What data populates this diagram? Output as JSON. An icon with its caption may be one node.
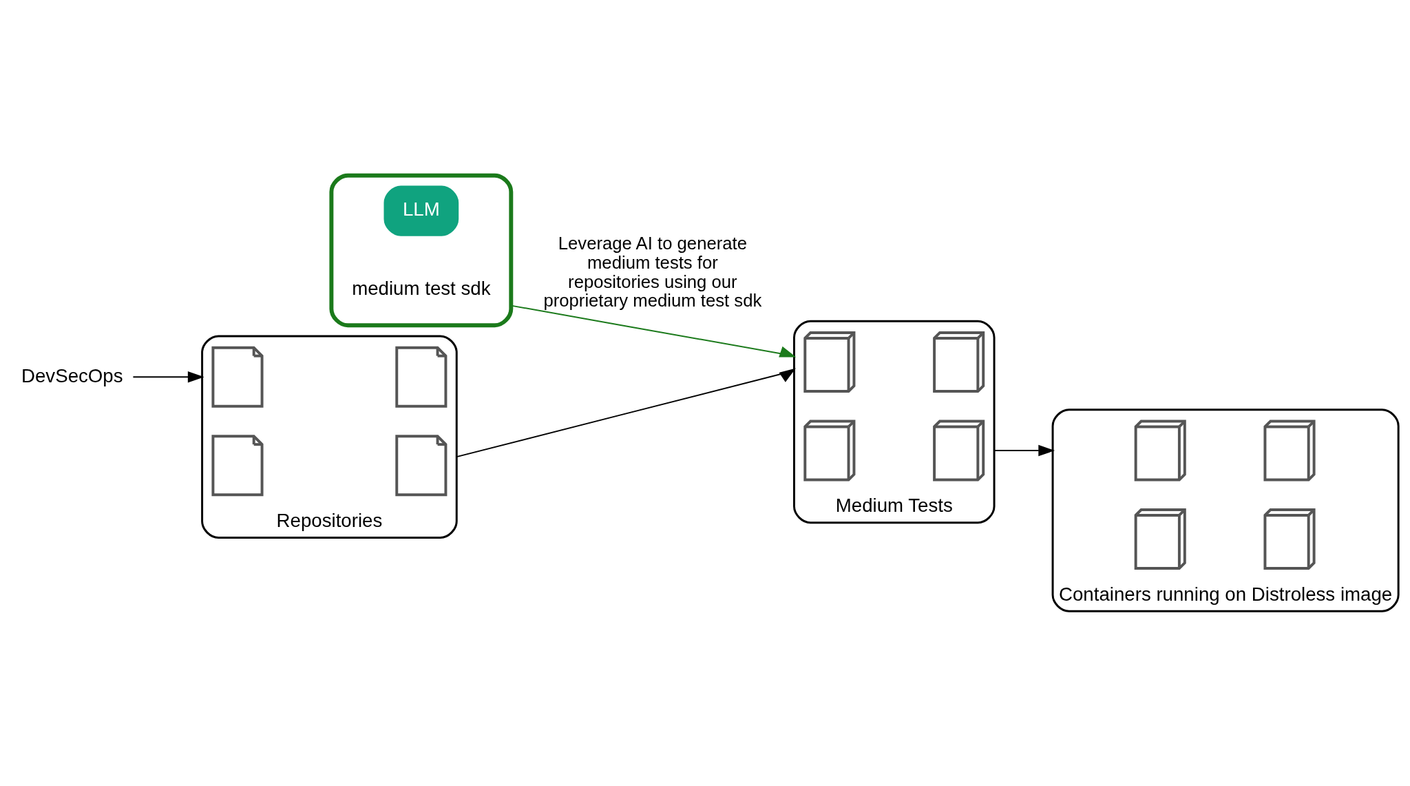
{
  "diagram": {
    "nodes": [
      {
        "text": [],
        "shape": "box"
      },
      {
        "text": [
          "LLM"
        ],
        "in": 0
      },
      {
        "text": [
          "medium test sdk"
        ],
        "in": 0
      },
      {
        "text": [
          "DevSecOps"
        ]
      },
      {
        "text": [
          "Repositories"
        ]
      },
      {
        "text": [],
        "shape": "document",
        "in": 4
      },
      {
        "text": [],
        "shape": "document",
        "in": 4
      },
      {
        "text": [],
        "shape": "document",
        "in": 4
      },
      {
        "text": [],
        "shape": "document",
        "in": 4
      },
      {
        "text": [
          "Medium Tests"
        ]
      },
      {
        "text": [],
        "shape": "container",
        "in": 9
      },
      {
        "text": [],
        "shape": "container",
        "in": 9
      },
      {
        "text": [],
        "shape": "container",
        "in": 9
      },
      {
        "text": [],
        "shape": "container",
        "in": 9
      },
      {
        "text": [
          "Containers running on Distroless image"
        ]
      },
      {
        "text": [],
        "shape": "container",
        "in": 14
      },
      {
        "text": [],
        "shape": "container",
        "in": 14
      },
      {
        "text": [],
        "shape": "container",
        "in": 14
      },
      {
        "text": [],
        "shape": "container",
        "in": 14
      }
    ],
    "edges": [
      {
        "from": 3,
        "to": 4,
        "arrow": "to"
      },
      {
        "from": 4,
        "to": 9,
        "arrow": "to"
      },
      {
        "from": 9,
        "to": 14,
        "arrow": "to"
      },
      {
        "from": 0,
        "to": 9,
        "arrow": "to",
        "label": "Leverage AI to generate medium tests for repositories using our proprietary medium test sdk",
        "color": "#1b7a1b"
      }
    ]
  }
}
